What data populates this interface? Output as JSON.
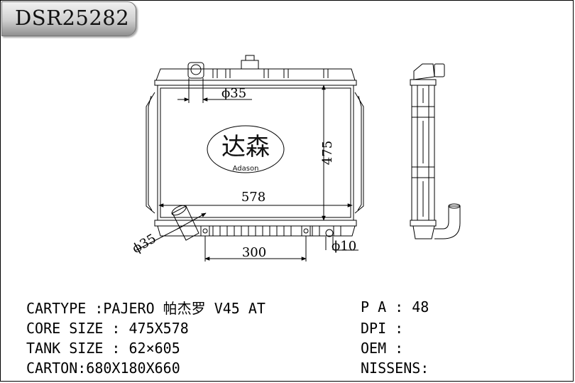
{
  "header": {
    "part_number": "DSR25282"
  },
  "drawing": {
    "dim_top_hole": "ϕ35",
    "dim_height": "475",
    "dim_width": "578",
    "dim_outlet": "ϕ35",
    "dim_spacing": "300",
    "dim_small_hole": "ϕ10",
    "logo_chinese": "达森",
    "logo_brand": "Adason"
  },
  "specs": {
    "cartype_label": "CARTYPE :",
    "cartype_value": "PAJERO 帕杰罗 V45 AT",
    "core_label": "CORE SIZE :",
    "core_value": "475X578",
    "tank_label": "TANK SIZE :",
    "tank_value": "62×605",
    "carton_label": "CARTON:",
    "carton_value": "680X180X660",
    "pa_label": "P A :",
    "pa_value": "48",
    "dpi_label": "DPI :",
    "dpi_value": "",
    "oem_label": "OEM :",
    "oem_value": "",
    "nissens_label": "NISSENS:",
    "nissens_value": ""
  }
}
